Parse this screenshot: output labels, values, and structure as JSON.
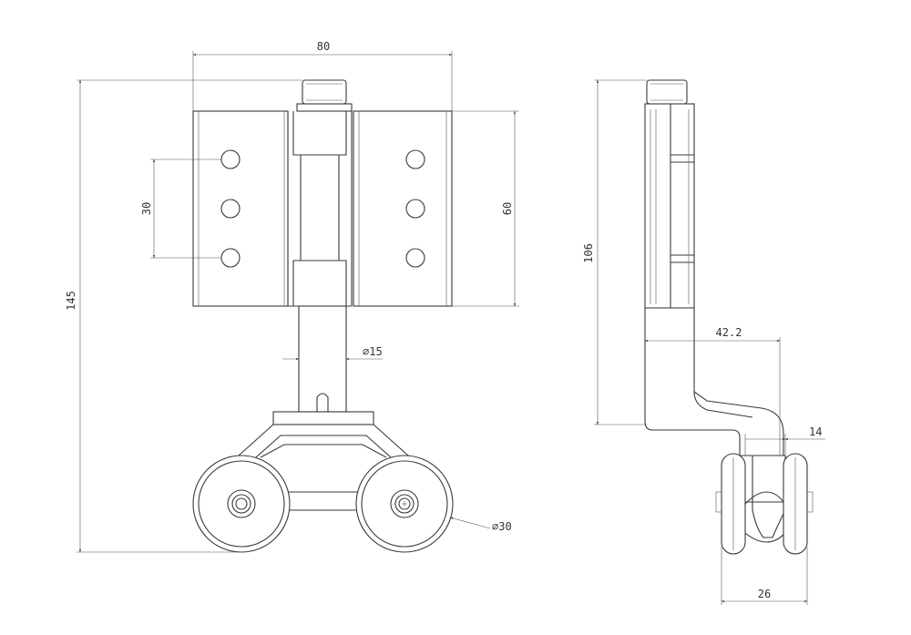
{
  "front_view": {
    "width_label": "80",
    "height_label": "145",
    "hole_spacing_label": "30",
    "leaf_height_label": "60",
    "stem_dia_label": "⌀15",
    "wheel_dia_label": "⌀30"
  },
  "side_view": {
    "height_label": "106",
    "offset_label": "42.2",
    "wheel_width_label": "14",
    "base_width_label": "26"
  },
  "colors": {
    "line": "#3a3a3a",
    "background": "#ffffff"
  }
}
